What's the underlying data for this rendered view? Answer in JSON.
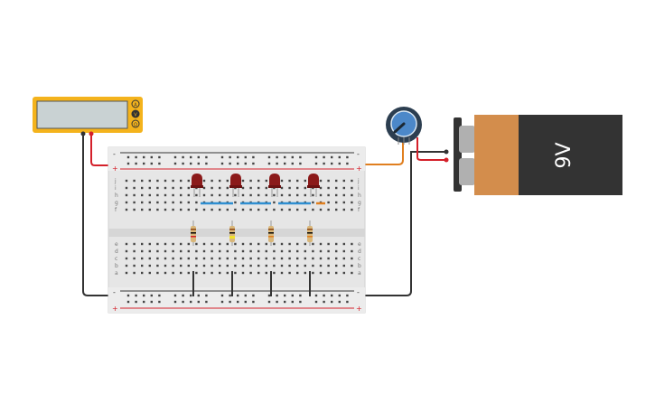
{
  "battery": {
    "label": "9V",
    "body_color": "#333333",
    "cap_color": "#d38d4c"
  },
  "multimeter": {
    "body_color": "#f4b31c",
    "display_value": "",
    "mode_labels": [
      "A",
      "V",
      "Ω"
    ]
  },
  "breadboard": {
    "rail_minus": "-",
    "rail_plus": "+",
    "row_labels_top": [
      "j",
      "i",
      "h",
      "g",
      "f"
    ],
    "row_labels_bottom": [
      "e",
      "d",
      "c",
      "b",
      "a"
    ],
    "column_count": 30
  },
  "wire_colors": {
    "red": "#d4202a",
    "black": "#333333",
    "orange": "#e07f1f",
    "blue": "#2f8fd1"
  },
  "leds": {
    "count": 4,
    "color": "#8b1a1a"
  },
  "resistors": {
    "count": 4
  },
  "potentiometer": {
    "knob_color": "#4c88c9",
    "base_color": "#2c3e50"
  }
}
